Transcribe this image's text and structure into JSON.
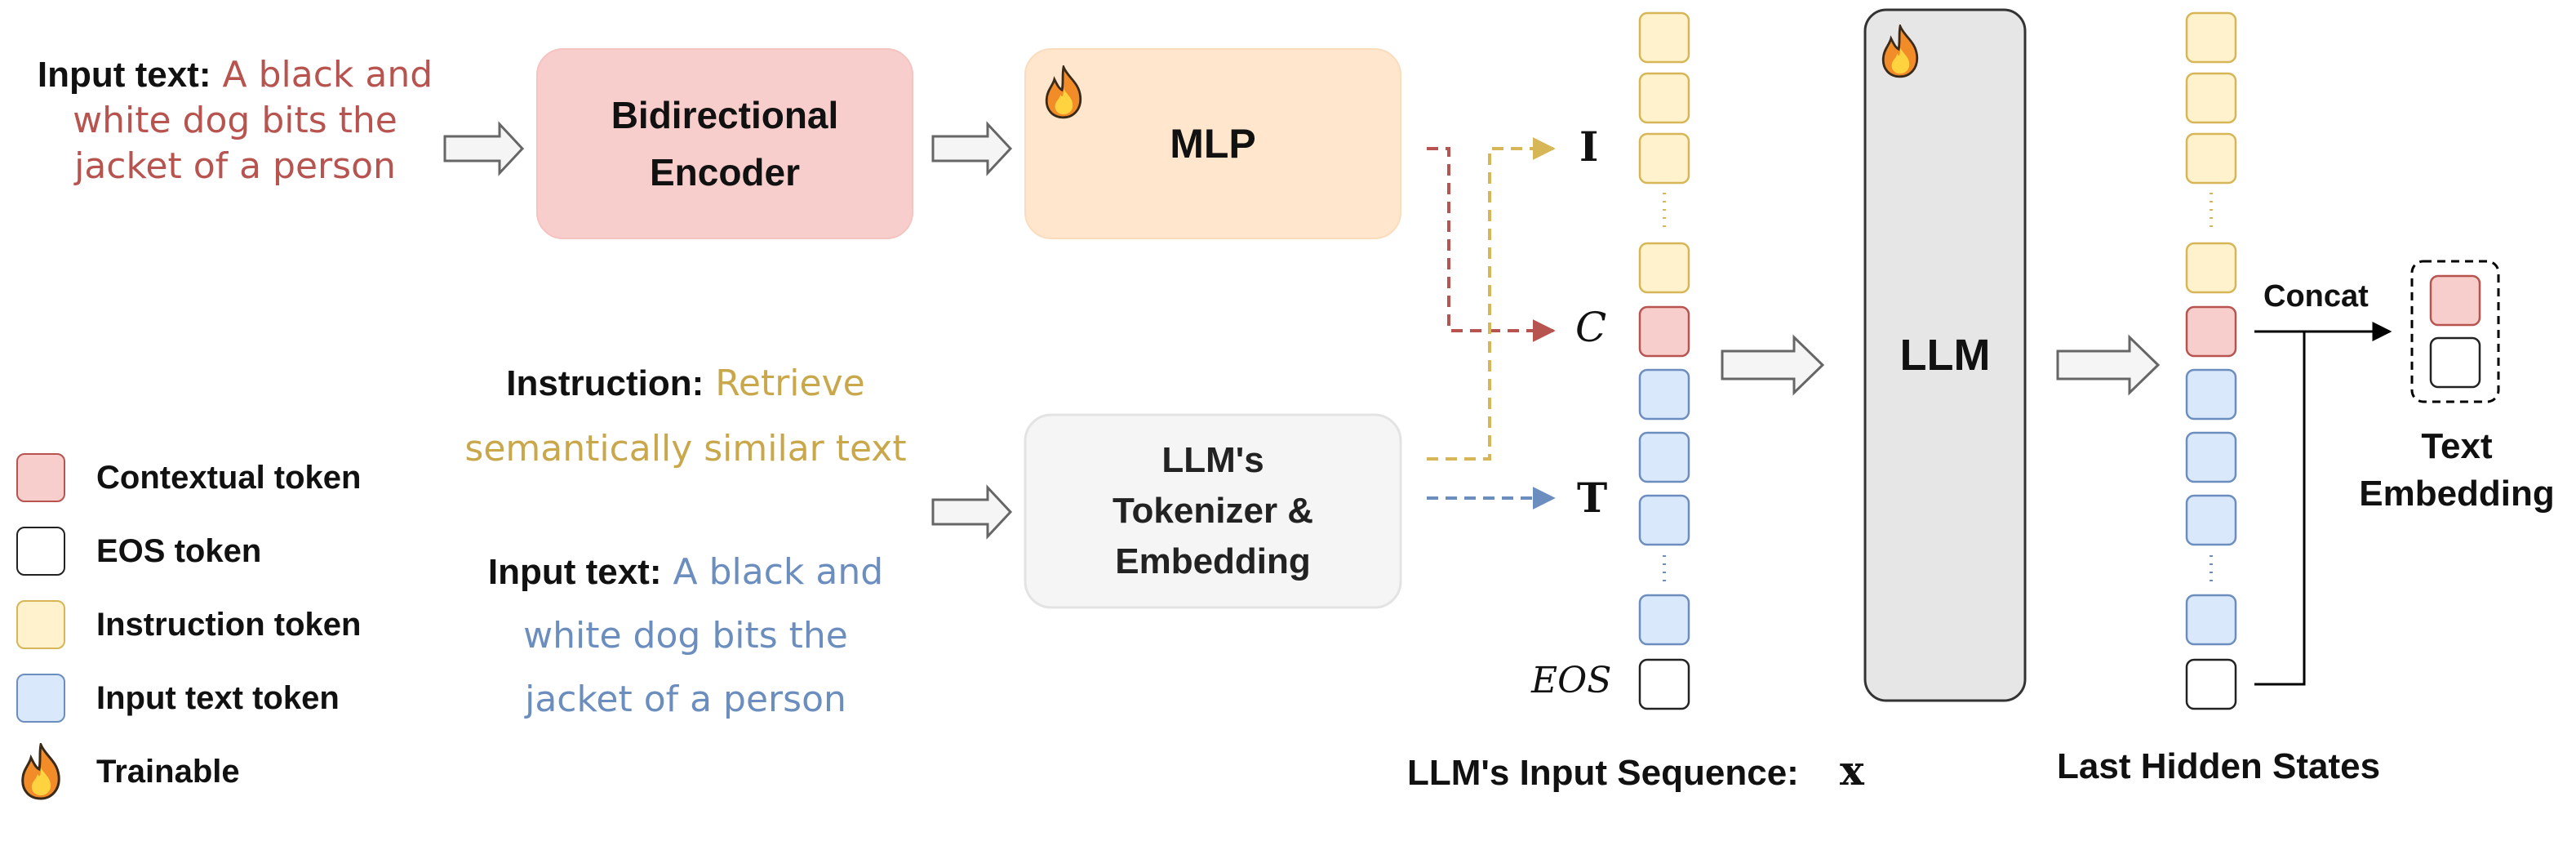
{
  "input_text_top": {
    "label": "Input text:",
    "text_1": "A black and",
    "text_2": "white dog bits the",
    "text_3": "jacket of a person"
  },
  "bidirectional_encoder": {
    "line_1": "Bidirectional",
    "line_2": "Encoder"
  },
  "mlp": {
    "label": "MLP"
  },
  "instruction": {
    "label": "Instruction:",
    "text_1": "Retrieve",
    "text_2": "semantically similar text"
  },
  "input_text_bottom": {
    "label": "Input text:",
    "text_1": "A black and",
    "text_2": "white dog bits the",
    "text_3": "jacket of a person"
  },
  "tokenizer": {
    "line_1": "LLM's",
    "line_2": "Tokenizer &",
    "line_3": "Embedding"
  },
  "sequence_labels": {
    "i": "I",
    "c": "C",
    "t": "T",
    "eos": "EOS"
  },
  "llm": {
    "label": "LLM"
  },
  "concat": {
    "label": "Concat"
  },
  "text_embedding": {
    "line_1": "Text",
    "line_2": "Embedding"
  },
  "footer": {
    "input_sequence_label": "LLM's Input Sequence:",
    "input_sequence_symbol": "x",
    "last_hidden_label": "Last Hidden States"
  },
  "legend": [
    {
      "label": "Contextual token",
      "kind": "contextual"
    },
    {
      "label": "EOS token",
      "kind": "eos"
    },
    {
      "label": "Instruction token",
      "kind": "instruction"
    },
    {
      "label": "Input text token",
      "kind": "input-text"
    },
    {
      "label": "Trainable",
      "kind": "trainable"
    }
  ],
  "colors": {
    "contextual_fill": "#f8cecc",
    "contextual_stroke": "#b85450",
    "instruction_fill": "#fff2cc",
    "instruction_stroke": "#d6b656",
    "input_fill": "#dae8fc",
    "input_stroke": "#6c8ebf",
    "mlp_fill": "#ffe6cc",
    "tokenizer_fill": "#f5f5f5",
    "llm_fill": "#e6e6e6",
    "red_text": "#b85450",
    "gold_text": "#c9a84c",
    "blue_text": "#6c8ebf"
  }
}
